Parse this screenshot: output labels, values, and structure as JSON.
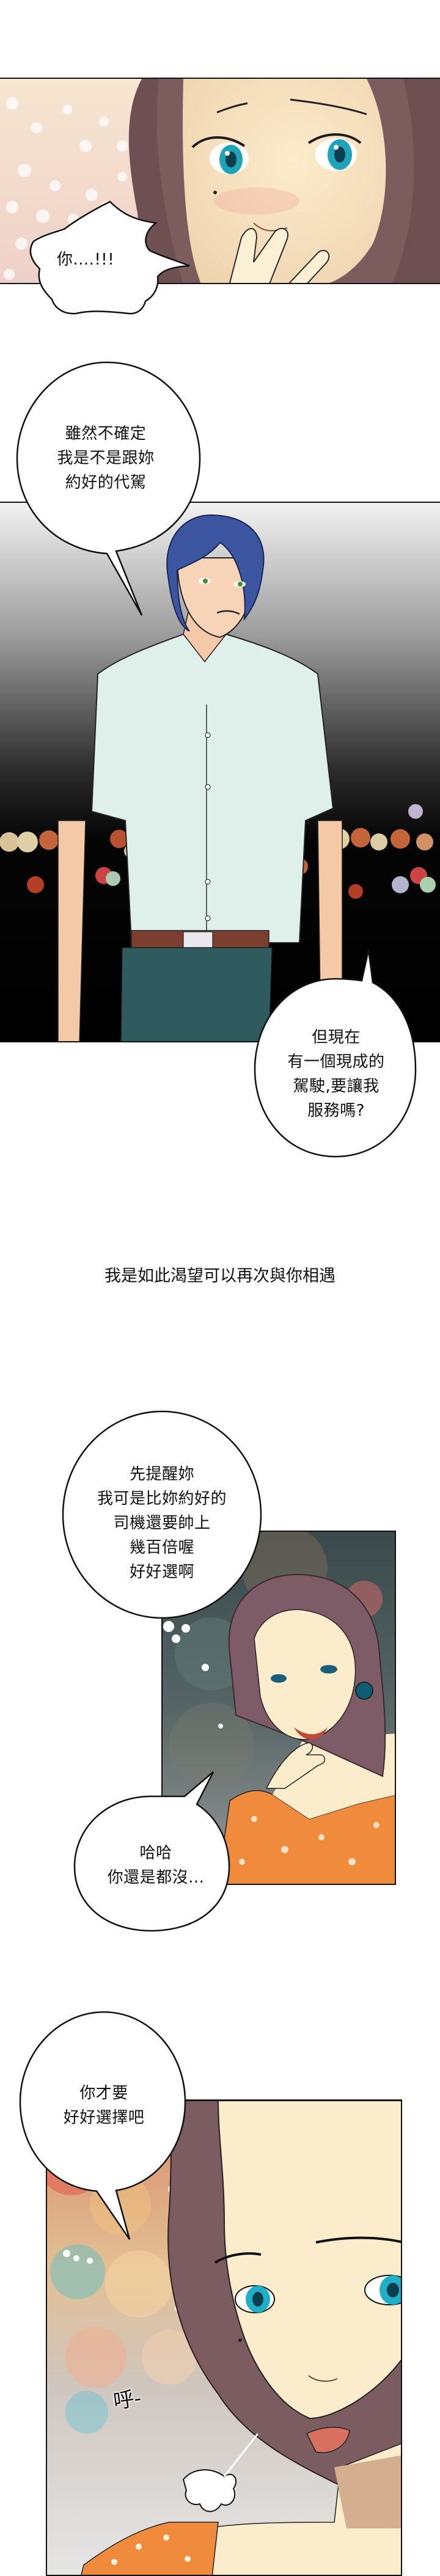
{
  "comic": {
    "page_background": "#ffffff",
    "panels": [
      {
        "id": "panel-1",
        "scene": "woman close-up covering mouth, blushing, surprised",
        "background": "#f3dccf",
        "hair_color": "#6e5052",
        "eye_color": "#1fa3b8"
      },
      {
        "id": "panel-2",
        "scene": "blue-haired man in light green shirt standing at night with city bokeh",
        "background_top": "#f2f2f2",
        "background_bottom": "#050505",
        "hair_color": "#3c55a0",
        "shirt_color": "#dff0ea",
        "pants_color": "#2f5a5e",
        "belt_color": "#7a3f2e"
      },
      {
        "id": "panel-3",
        "scene": "woman laughing with hand near chin, orange floral dress, teal earring",
        "background": "#4f5a5a",
        "dress_color": "#f08a3c",
        "earring_color": "#0f5d72"
      },
      {
        "id": "panel-4",
        "scene": "woman close-up exhaling, warm city bokeh",
        "background": "#d9b08c",
        "dress_color": "#f08a3c"
      }
    ],
    "bubbles": [
      {
        "id": "bubble-1",
        "type": "shout",
        "text": "你....!!!"
      },
      {
        "id": "bubble-2",
        "type": "speech",
        "text": "雖然不確定\n我是不是跟妳\n約好的代駕"
      },
      {
        "id": "bubble-3",
        "type": "speech",
        "text": "但現在\n有一個現成的\n駕駛,要讓我\n服務嗎?"
      },
      {
        "id": "bubble-4",
        "type": "speech",
        "text": "先提醒妳\n我可是比妳約好的\n司機還要帥上\n幾百倍喔\n好好選啊"
      },
      {
        "id": "bubble-5",
        "type": "speech",
        "text": "哈哈\n你還是都沒..."
      },
      {
        "id": "bubble-6",
        "type": "speech",
        "text": "你才要\n好好選擇吧"
      }
    ],
    "narration": "我是如此渴望可以再次與你相遇",
    "sfx": "呼-"
  }
}
